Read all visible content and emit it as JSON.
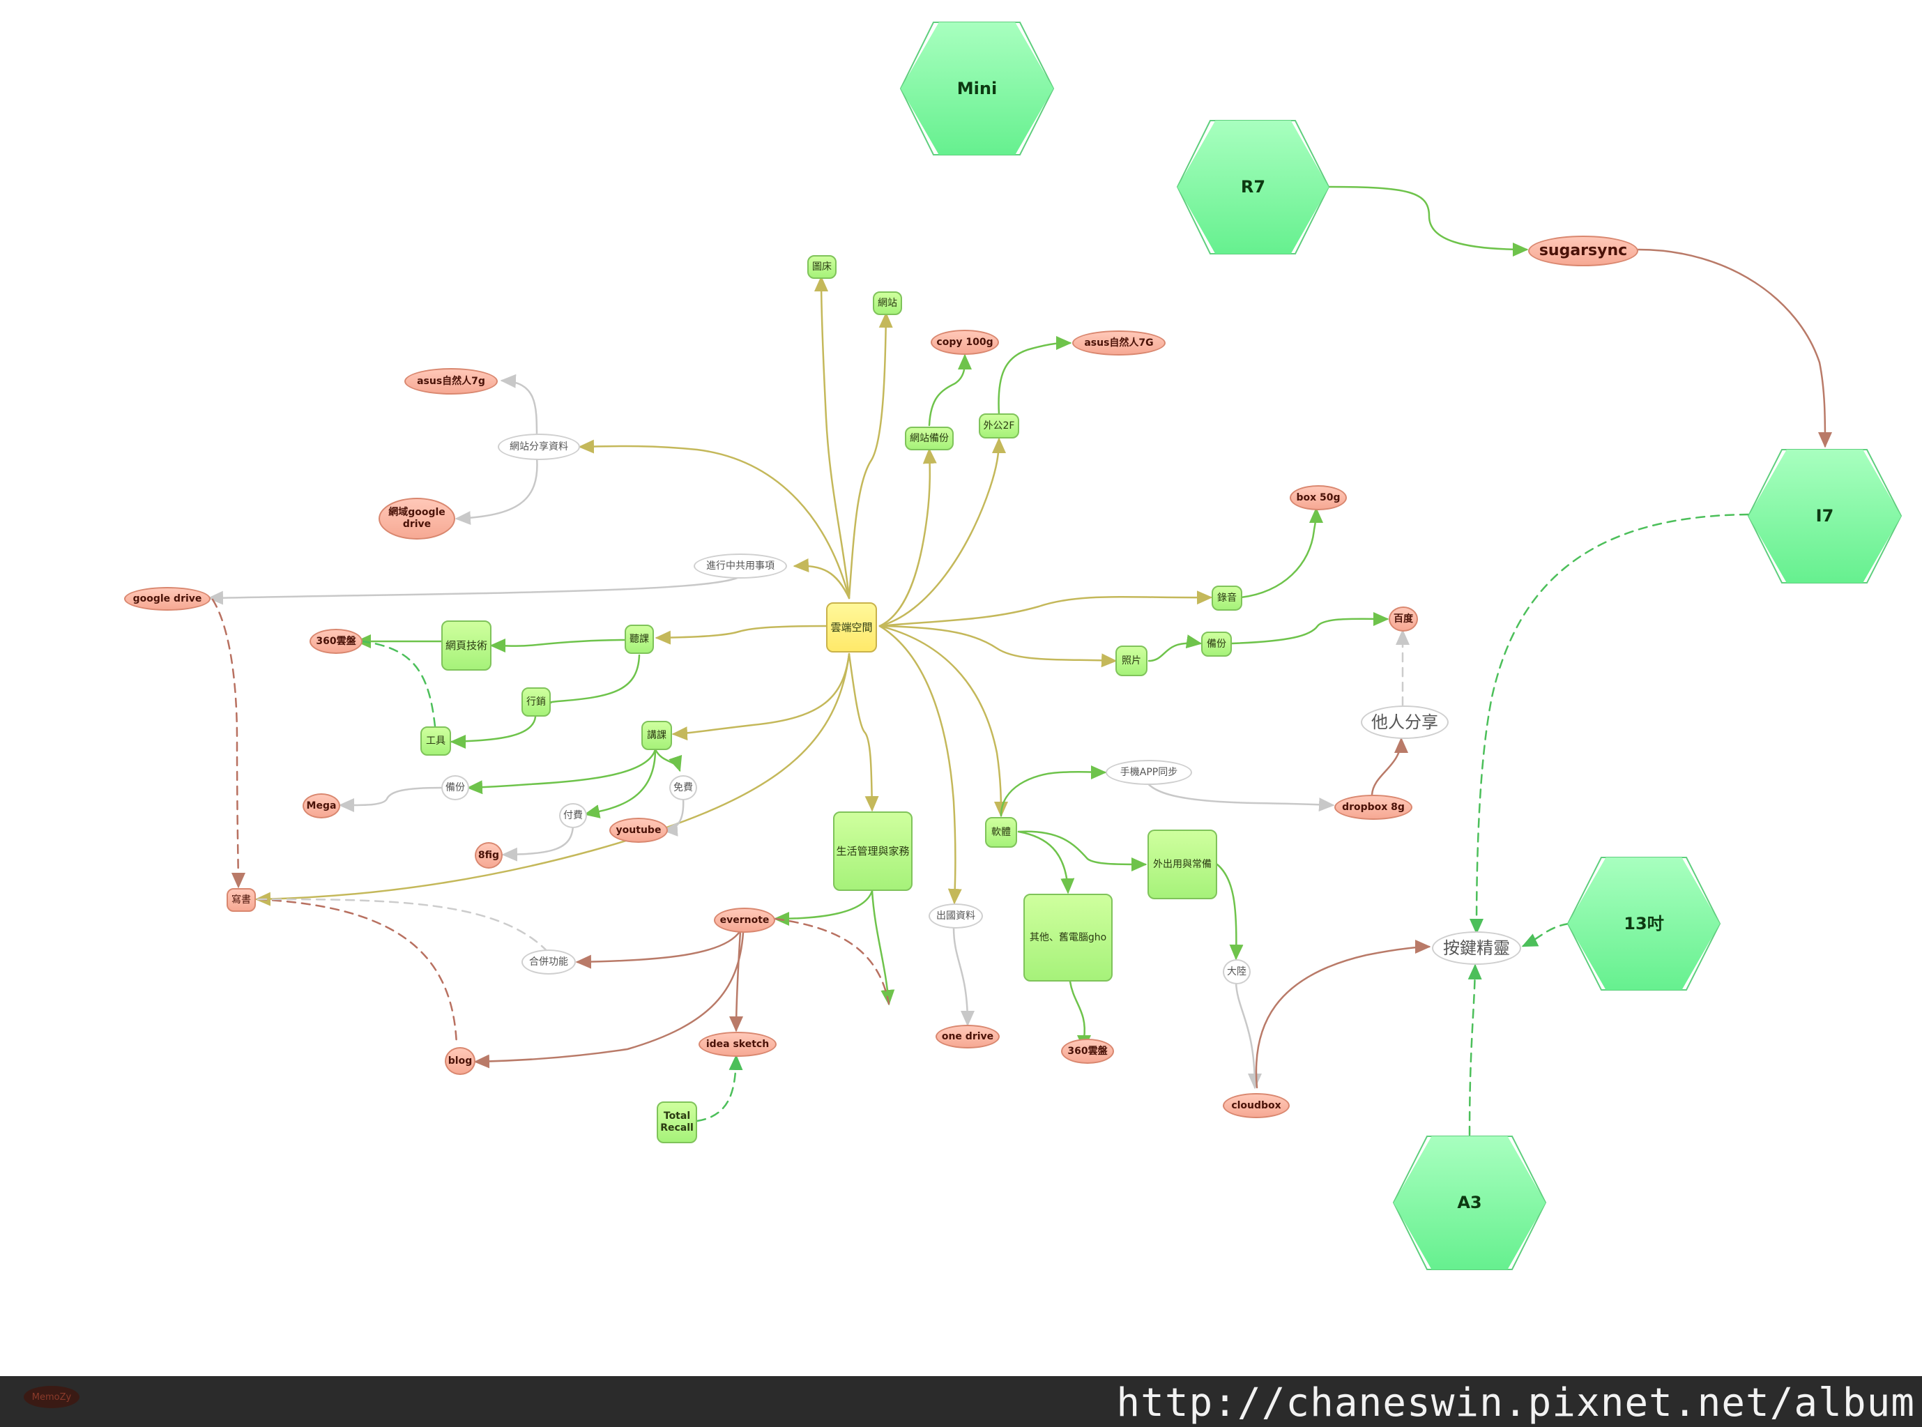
{
  "colors": {
    "olive": "#c4b85a",
    "green": "#6ec34b",
    "gray": "#c8c8c8",
    "brown": "#b97a68",
    "dashed_green": "#4cbf5a",
    "dashed_brown": "#b87060",
    "dashed_gray": "#cccccc"
  },
  "nodes": {
    "center": "雲端空間",
    "tuchuang": "圖床",
    "wangzhan": "網站",
    "wangzhan_beifen": "網站備份",
    "copy100g": "copy 100g",
    "waigong2f": "外公2F",
    "asus7G": "asus自然人7G",
    "wangzhan_share": "網站分享資料",
    "asus7g": "asus自然人7g",
    "domain_gdrive": "網域google drive",
    "jinxing": "進行中共用事項",
    "google_drive": "google drive",
    "tingke": "聽課",
    "wangye": "網頁技術",
    "yun360a": "360雲盤",
    "xingxiao": "行銷",
    "gongju": "工具",
    "jiangke": "講課",
    "beifen_w": "備份",
    "mega": "Mega",
    "mianfei": "免費",
    "fufei": "付費",
    "youtube": "youtube",
    "8fig": "8fig",
    "xieshu": "寫書",
    "shenghuo": "生活管理與家務",
    "evernote": "evernote",
    "hebing": "合併功能",
    "blog": "blog",
    "idea": "idea sketch",
    "total_recall": "Total Recall",
    "chuguo": "出國資料",
    "onedrive": "one drive",
    "luyin": "錄音",
    "box50g": "box 50g",
    "zhaopian": "照片",
    "beifen_g": "備份",
    "baidu": "百度",
    "taren": "他人分享",
    "ruanti": "軟體",
    "shouji": "手機APP同步",
    "dropbox": "dropbox 8g",
    "waichu": "外出用與常備",
    "qita": "其他、舊電腦gho",
    "yun360b": "360雲盤",
    "dalu": "大陸",
    "cloudbox": "cloudbox",
    "anjian": "按鍵精靈",
    "sugarsync": "sugarsync",
    "mini": "Mini",
    "r7": "R7",
    "i7": "I7",
    "13inch": "13吋",
    "a3": "A3"
  },
  "footer": {
    "url": "http://chaneswin.pixnet.net/album",
    "logo": "MemoZy"
  }
}
